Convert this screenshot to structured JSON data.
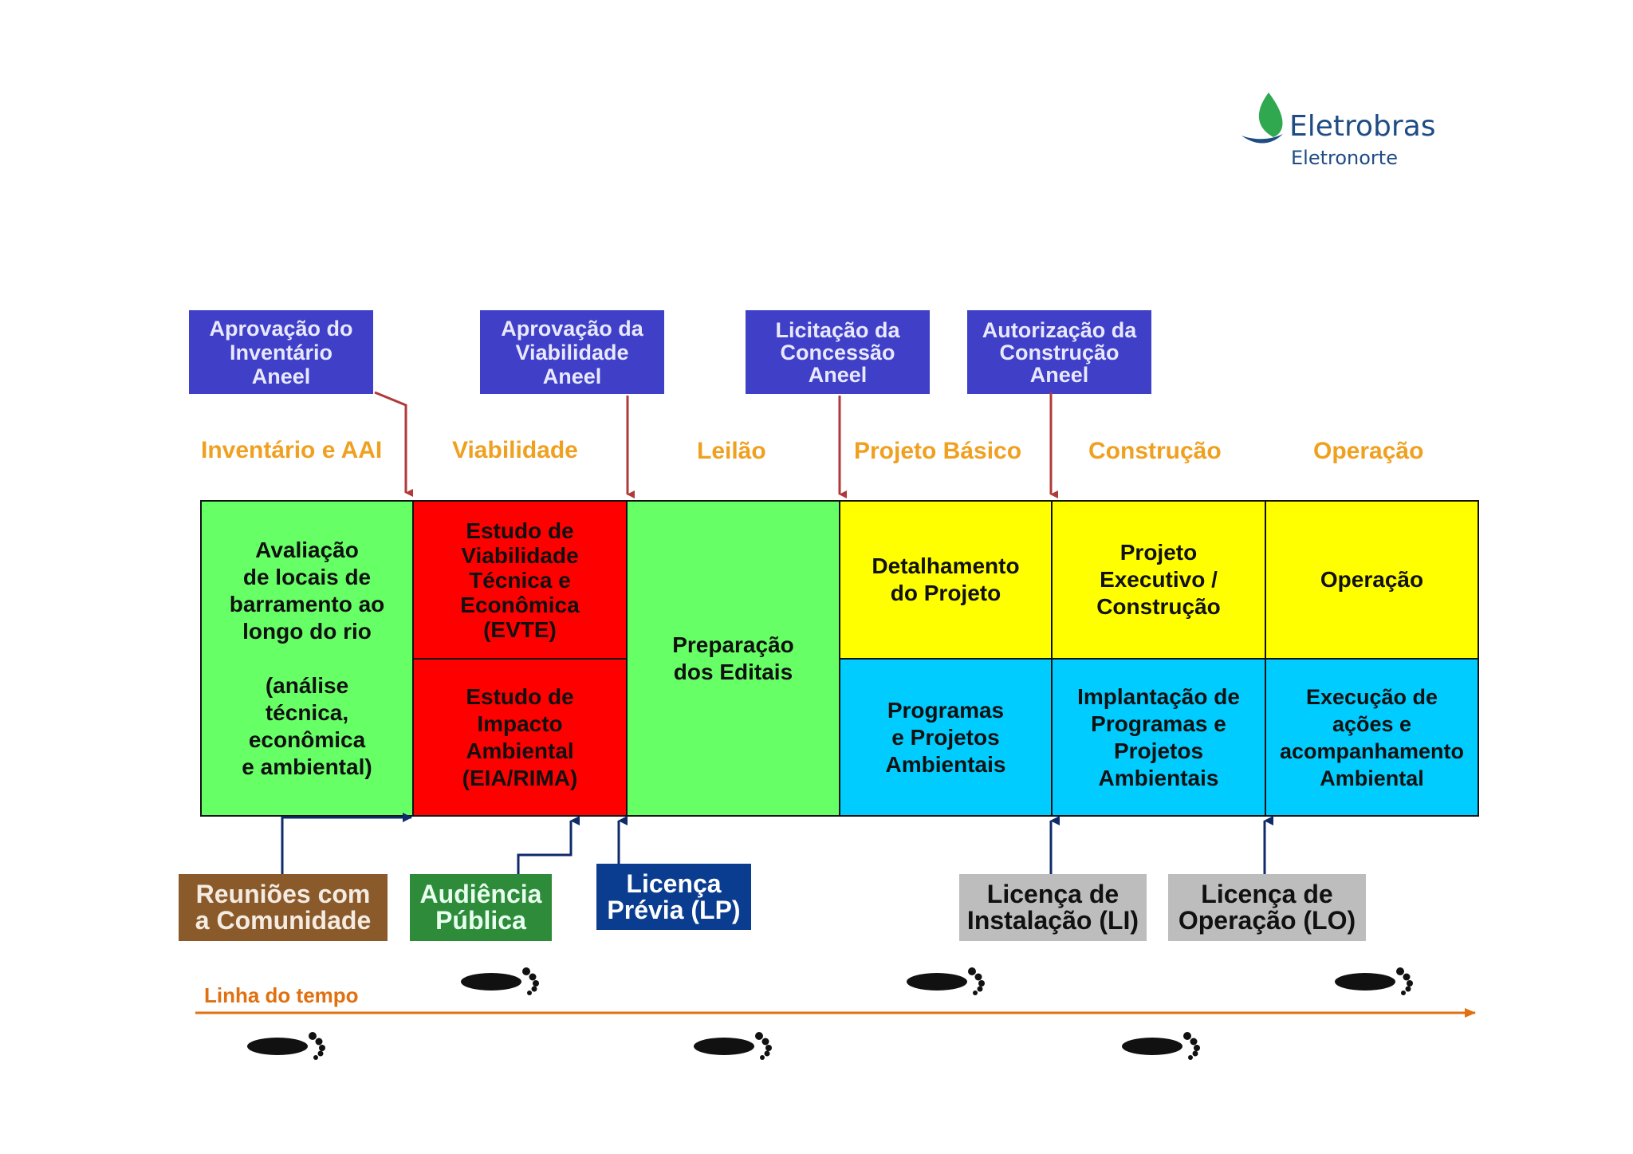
{
  "logo": {
    "name": "Eletrobras",
    "subname": "Eletronorte"
  },
  "approvals": [
    "Aprovação do\nInventário\nAneel",
    "Aprovação da\nViabilidade\nAneel",
    "Licitação da\nConcessão\nAneel",
    "Autorização da\nConstrução\nAneel"
  ],
  "phases": [
    "Inventário e AAI",
    "Viabilidade",
    "Leilão",
    "Projeto Básico",
    "Construção",
    "Operação"
  ],
  "cells": {
    "inventario": "Avaliação\nde locais de\nbarramento ao\nlongo do rio\n\n(análise\ntécnica,\neconômica\ne ambiental)",
    "evte": "Estudo de\nViabilidade\nTécnica e\nEconômica\n(EVTE)",
    "eia": "Estudo de\nImpacto\nAmbiental\n(EIA/RIMA)",
    "editais": "Preparação\ndos Editais",
    "detalhamento": "Detalhamento\ndo Projeto",
    "executivo": "Projeto\nExecutivo /\nConstrução",
    "operacao": "Operação",
    "programas": "Programas\ne Projetos\nAmbientais",
    "implantacao": "Implantação de\nProgramas e\nProjetos\nAmbientais",
    "execucao": "Execução de\nações e\nacompanhamento\nAmbiental"
  },
  "bottom": {
    "reunioes": "Reuniões com\na Comunidade",
    "audiencia": "Audiência\nPública",
    "lp": "Licença\nPrévia (LP)",
    "li": "Licença de\nInstalação (LI)",
    "lo": "Licença de\nOperação (LO)"
  },
  "timeline": {
    "label": "Linha do tempo"
  },
  "colors": {
    "green": "#66ff66",
    "red": "#ff0000",
    "yellow": "#ffff00",
    "cyan": "#00ccff",
    "approval": "#3f3fc8",
    "phase": "#f0a020",
    "timeline": "#e07010",
    "brown": "#8b5a2b",
    "darkgreen": "#2e8b3a",
    "navy": "#0a3d8f",
    "gray": "#bdbdbd"
  }
}
